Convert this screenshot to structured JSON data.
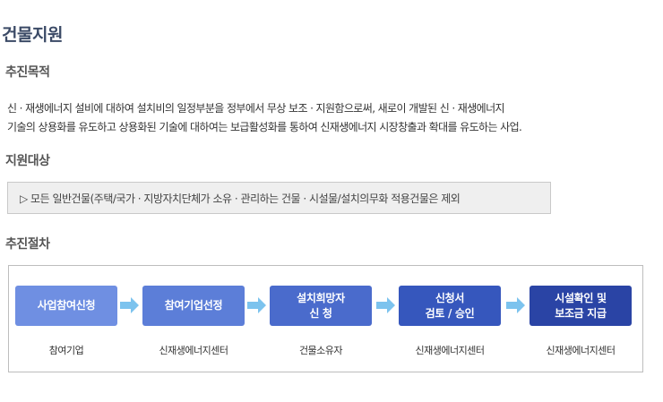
{
  "page": {
    "title": "건물지원"
  },
  "purpose": {
    "heading": "추진목적",
    "text": "신 · 재생에너지 설비에 대하여 설치비의 일정부분을 정부에서 무상 보조 · 지원함으로써, 새로이 개발된 신 · 재생에너지\n기술의 상용화를 유도하고 상용화된 기술에 대하여는 보급활성화를 통하여 신재생에너지 시장창출과 확대를 유도하는 사업."
  },
  "target": {
    "heading": "지원대상",
    "text": "▷ 모든 일반건물(주택/국가 · 지방자치단체가 소유 · 관리하는 건물 · 시설물/설치의무화 적용건물은 제외"
  },
  "procedure": {
    "heading": "추진절차",
    "steps": [
      {
        "label": "사업참여신청",
        "actor": "참여기업",
        "color": "#6f8fe2"
      },
      {
        "label": "참여기업선정",
        "actor": "신재생에너지센터",
        "color": "#5c7ed8"
      },
      {
        "label": "설치희망자\n신 청",
        "actor": "건물소유자",
        "color": "#4a6bcc"
      },
      {
        "label": "신청서\n검토 / 승인",
        "actor": "신재생에너지센터",
        "color": "#3657bd"
      },
      {
        "label": "시설확인 및\n보조금 지급",
        "actor": "신재생에너지센터",
        "color": "#2a44a5"
      }
    ],
    "arrow_color": "#7cc3ee"
  }
}
